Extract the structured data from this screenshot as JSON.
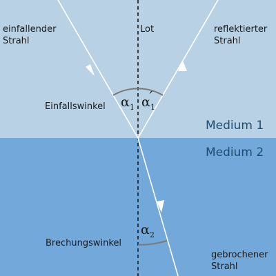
{
  "colors": {
    "medium1": "#b8d1e4",
    "medium2": "#72a9da",
    "ray": "#ffffff",
    "arc": "#7a7a7a",
    "normal": "#1a1a1a"
  },
  "labels": {
    "incident_ray": [
      "einfallender",
      "Strahl"
    ],
    "normal": "Lot",
    "reflected_ray": [
      "reflektierter",
      "Strahl"
    ],
    "angle_of_incidence": "Einfallswinkel",
    "medium_1": "Medium 1",
    "medium_2": "Medium 2",
    "angle_of_refraction": "Brechungswinkel",
    "refracted_ray": [
      "gebrochener",
      "Strahl"
    ]
  },
  "angles": {
    "incidence": {
      "symbol": "α",
      "sub": "1"
    },
    "reflection": {
      "symbol": "α",
      "prime": "´",
      "sub": "1"
    },
    "refraction": {
      "symbol": "α",
      "sub": "2"
    }
  }
}
